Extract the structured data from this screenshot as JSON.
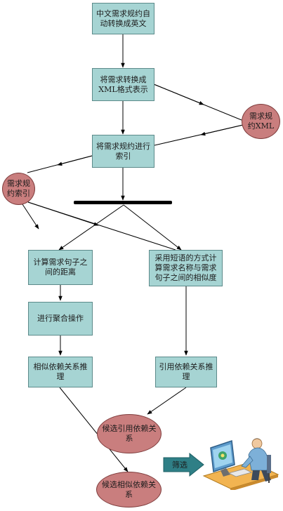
{
  "nodes": {
    "n1": "中文需求规约自动转换成英文",
    "n2": "将需求转换成XML格式表示",
    "n3": "需求规约XML",
    "n4": "将需求规约进行索引",
    "n5": "需求规约索引",
    "n6": "计算需求句子之间的距离",
    "n7": "采用短语的方式计算需求名称与需求句子之间的相似度",
    "n8": "进行聚合操作",
    "n9": "相似依赖关系推理",
    "n10": "引用依赖关系推理",
    "n11": "候选引用依赖关系",
    "n12": "候选相似依赖关系"
  },
  "filter_label": "筛选",
  "colors": {
    "box_fill": "#a6d4d3",
    "ellipse_fill": "#c97e7e",
    "arrow_fill": "#2f7f86"
  },
  "icons": [
    "user-at-computer-icon"
  ]
}
